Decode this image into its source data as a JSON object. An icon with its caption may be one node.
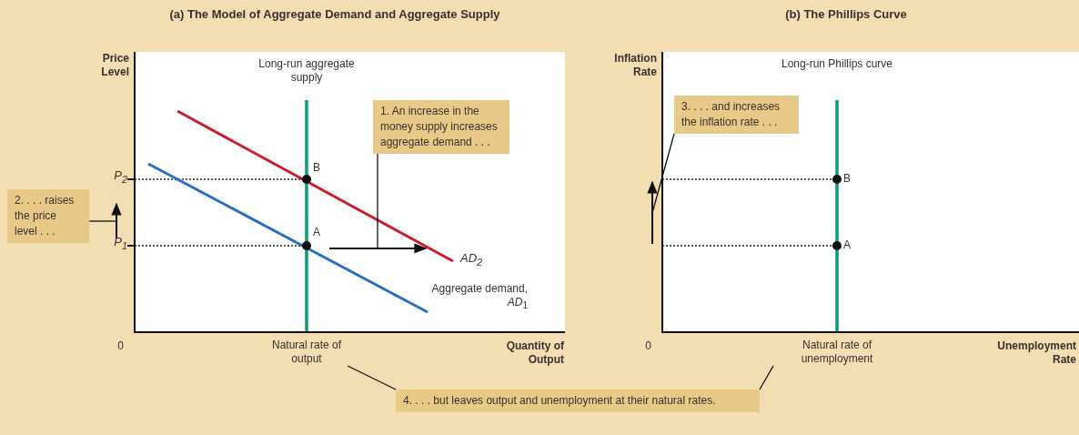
{
  "diagram": {
    "nodes": [
      {
        "text": [
          "1. An increase in the money supply increases aggregate demand . . ."
        ]
      },
      {
        "text": [],
        "shape": "arrow"
      },
      {
        "text": [
          "2. . . . raises the price level . . ."
        ]
      },
      {
        "text": [],
        "shape": "arrow"
      },
      {
        "text": [
          "3. . . . and increases the inflation rate . . ."
        ]
      },
      {
        "text": [],
        "shape": "arrow"
      },
      {
        "text": [
          "Natural rate of output"
        ]
      },
      {
        "text": [
          "Natural rate of unemployment"
        ]
      },
      {
        "text": [
          "4. . . . but leaves output and unemployment at their natural rates."
        ]
      }
    ],
    "edges": [
      {
        "from": 0,
        "to": 1,
        "arrow": "none"
      },
      {
        "from": 2,
        "to": 3,
        "arrow": "none"
      },
      {
        "from": 4,
        "to": 5,
        "arrow": "none"
      },
      {
        "from": 8,
        "to": 6,
        "arrow": "none"
      },
      {
        "from": 8,
        "to": 7,
        "arrow": "none"
      }
    ],
    "labels": [
      "(a) The Model of Aggregate Demand and Aggregate Supply",
      "(b) The Phillips Curve",
      "Price Level",
      "Long-run aggregate supply",
      "Inflation Rate",
      "Long-run Phillips curve",
      "B",
      "P$_{2}$",
      "B",
      "A",
      "P$_{1}$",
      "A",
      "AD$_{2}$",
      "Aggregate demand, *AD*$_{1}$",
      "0",
      "Quantity of Output",
      "0",
      "Unemployment Rate"
    ]
  }
}
